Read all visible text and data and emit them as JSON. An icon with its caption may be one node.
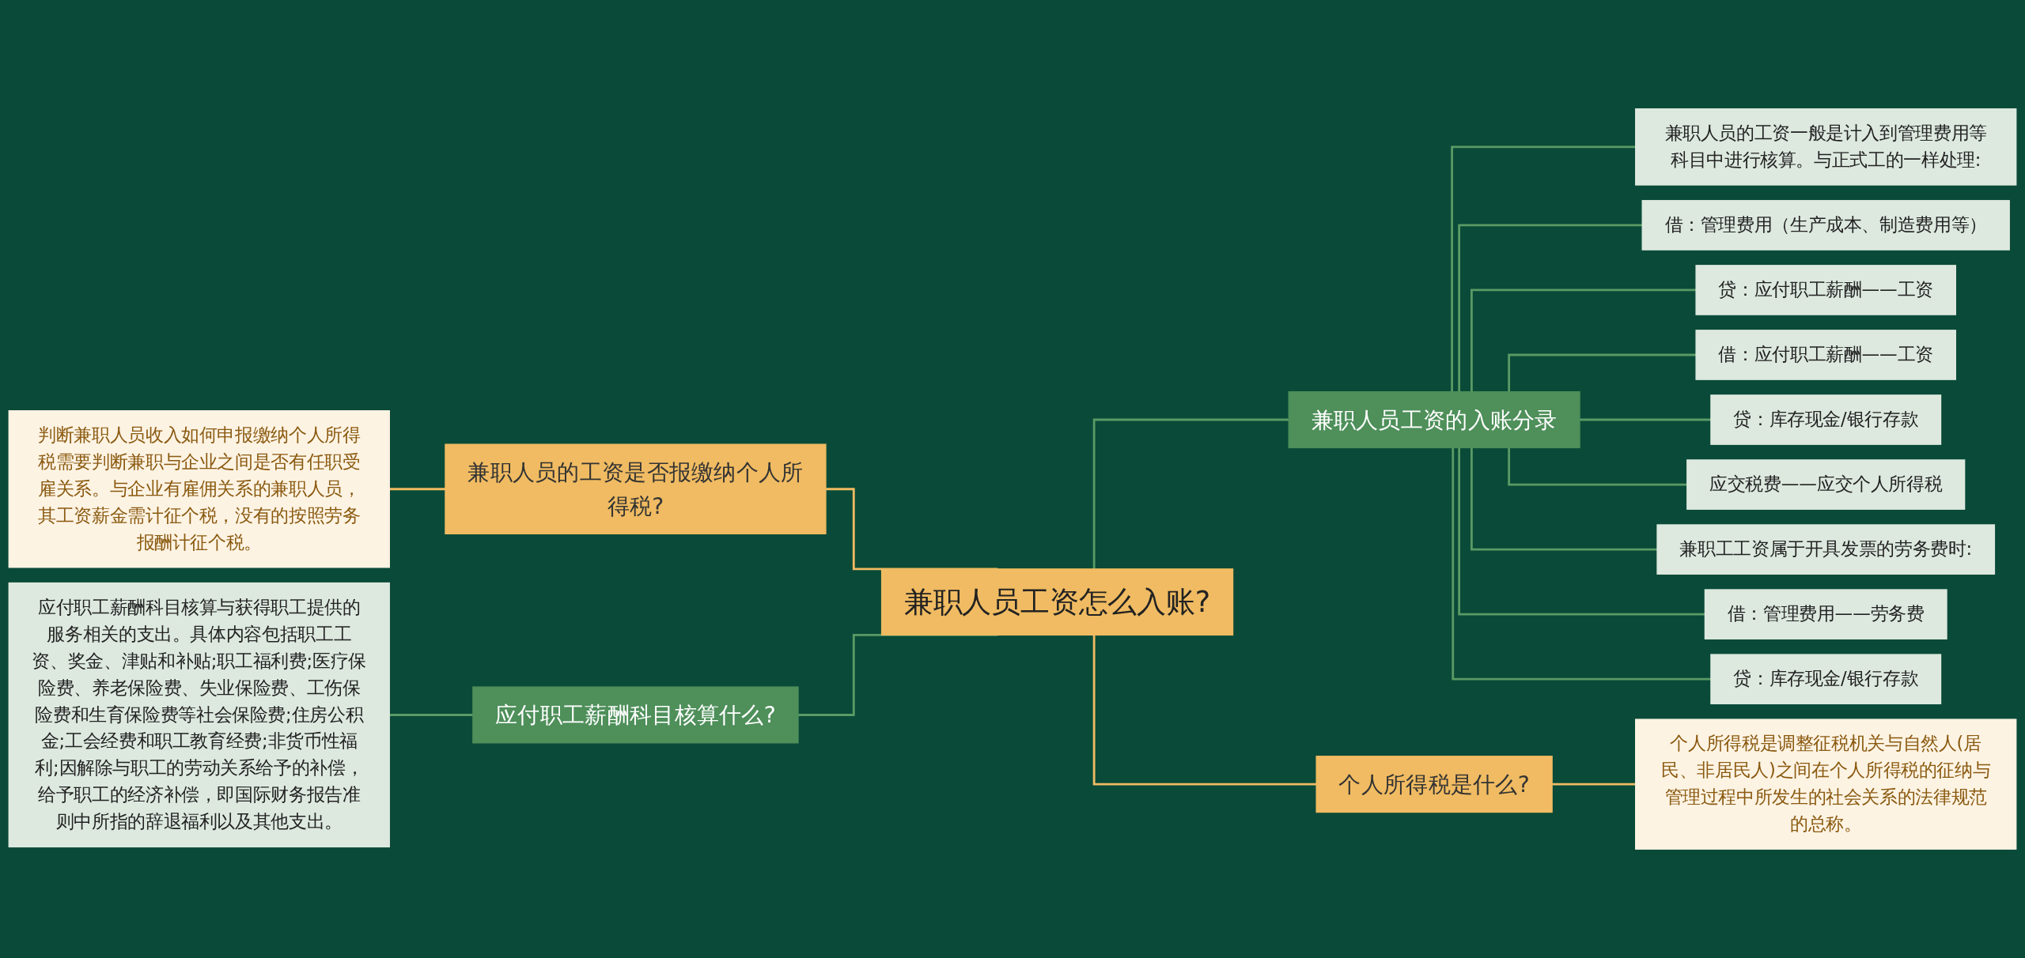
{
  "diagram": {
    "nodes": [
      {
        "text": [
          "兼职人员工资怎么入账?"
        ]
      },
      {
        "text": [
          "兼职人员的工资是否报缴纳个人所得税?"
        ]
      },
      {
        "text": [
          "判断兼职人员收入如何申报缴纳个人所得税需要判断兼职与企业之间是否有任职受雇关系。与企业有雇佣关系的兼职人员，其工资薪金需计征个税，没有的按照劳务报酬计征个税。"
        ]
      },
      {
        "text": [
          "应付职工薪酬科目核算什么?"
        ]
      },
      {
        "text": [
          "应付职工薪酬科目核算与获得职工提供的服务相关的支出。具体内容包括职工工资、奖金、津贴和补贴;职工福利费;医疗保险费、养老保险费、失业保险费、工伤保险费和生育保险费等社会保险费;住房公积金;工会经费和职工教育经费;非货币性福利;因解除与职工的劳动关系给予的补偿，给予职工的经济补偿，即国际财务报告准则中所指的辞退福利以及其他支出。"
        ]
      },
      {
        "text": [
          "兼职人员工资的入账分录"
        ]
      },
      {
        "text": [
          "兼职人员的工资一般是计入到管理费用等科目中进行核算。与正式工的一样处理:"
        ]
      },
      {
        "text": [
          "借：管理费用（生产成本、制造费用等）"
        ]
      },
      {
        "text": [
          "贷：应付职工薪酬——工资"
        ]
      },
      {
        "text": [
          "借：应付职工薪酬——工资"
        ]
      },
      {
        "text": [
          "贷：库存现金/银行存款"
        ]
      },
      {
        "text": [
          "应交税费——应交个人所得税"
        ]
      },
      {
        "text": [
          "兼职工工资属于开具发票的劳务费时:"
        ]
      },
      {
        "text": [
          "借：管理费用——劳务费"
        ]
      },
      {
        "text": [
          "贷：库存现金/银行存款"
        ]
      },
      {
        "text": [
          "个人所得税是什么?"
        ]
      },
      {
        "text": [
          "个人所得税是调整征税机关与自然人(居民、非居民人)之间在个人所得税的征纳与管理过程中所发生的社会关系的法律规范的总称。"
        ]
      }
    ],
    "edges": [
      {
        "from": 0,
        "to": 1,
        "arrow": "none",
        "color": "#f0bb62"
      },
      {
        "from": 1,
        "to": 2,
        "arrow": "none",
        "color": "#f0bb62"
      },
      {
        "from": 0,
        "to": 3,
        "arrow": "none"
      },
      {
        "from": 3,
        "to": 4,
        "arrow": "none"
      },
      {
        "from": 0,
        "to": 5,
        "arrow": "none"
      },
      {
        "from": 5,
        "to": 6,
        "arrow": "none"
      },
      {
        "from": 5,
        "to": 7,
        "arrow": "none"
      },
      {
        "from": 5,
        "to": 8,
        "arrow": "none"
      },
      {
        "from": 5,
        "to": 9,
        "arrow": "none"
      },
      {
        "from": 5,
        "to": 10,
        "arrow": "none"
      },
      {
        "from": 5,
        "to": 11,
        "arrow": "none"
      },
      {
        "from": 5,
        "to": 12,
        "arrow": "none"
      },
      {
        "from": 5,
        "to": 13,
        "arrow": "none"
      },
      {
        "from": 5,
        "to": 14,
        "arrow": "none"
      },
      {
        "from": 0,
        "to": 15,
        "arrow": "none",
        "color": "#f0bb62"
      },
      {
        "from": 15,
        "to": 16,
        "arrow": "none",
        "color": "#f0bb62"
      }
    ]
  }
}
